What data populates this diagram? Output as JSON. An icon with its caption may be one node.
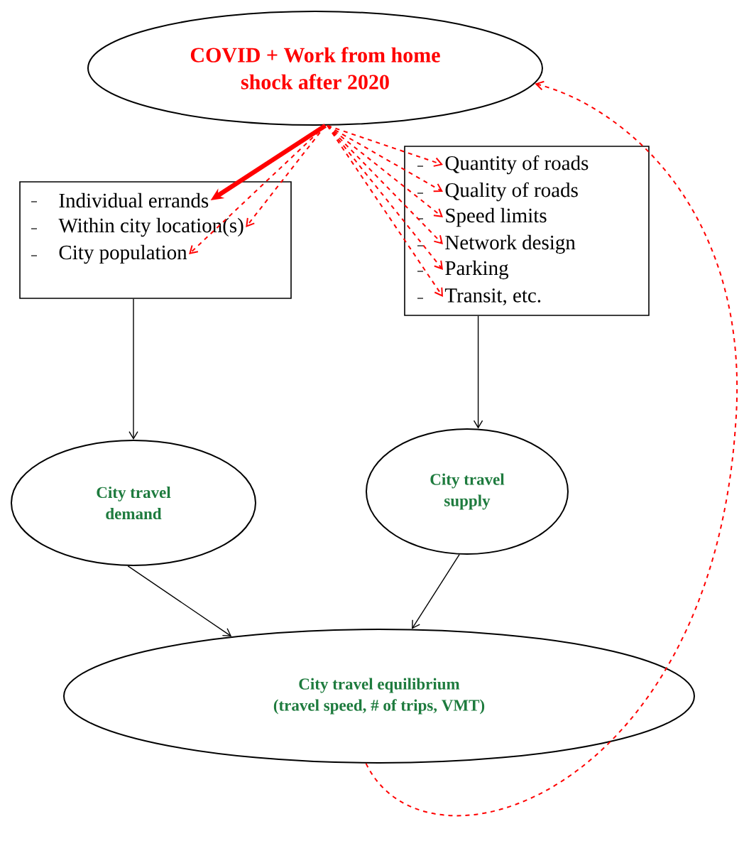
{
  "diagram": {
    "nodes": [
      {
        "text": [
          "COVID + Work from home shock after 2020"
        ]
      },
      {
        "text": [],
        "shape": "box"
      },
      {
        "text": [
          "Individual errands"
        ],
        "in": 1
      },
      {
        "text": [
          "Within city location(s)"
        ],
        "in": 1
      },
      {
        "text": [
          "City population"
        ],
        "in": 1
      },
      {
        "text": [],
        "shape": "box"
      },
      {
        "text": [
          "Quantity of roads"
        ],
        "in": 5
      },
      {
        "text": [
          "Quality of roads"
        ],
        "in": 5
      },
      {
        "text": [
          "Speed limits"
        ],
        "in": 5
      },
      {
        "text": [
          "Network design"
        ],
        "in": 5
      },
      {
        "text": [
          "Parking"
        ],
        "in": 5
      },
      {
        "text": [
          "Transit, etc."
        ],
        "in": 5
      },
      {
        "text": [
          "City travel demand"
        ]
      },
      {
        "text": [
          "City travel supply"
        ]
      },
      {
        "text": [
          "City travel equilibrium",
          "(travel speed, # of trips, VMT)"
        ]
      }
    ],
    "edges": [
      {
        "from": 0,
        "to": 2,
        "arrow": "to",
        "style": "thick",
        "color": "#ff0000"
      },
      {
        "from": 0,
        "to": 3,
        "arrow": "to",
        "style": "dashed",
        "color": "#ff0000"
      },
      {
        "from": 0,
        "to": 4,
        "arrow": "to",
        "style": "dashed",
        "color": "#ff0000"
      },
      {
        "from": 0,
        "to": 6,
        "arrow": "to",
        "style": "dashed",
        "color": "#ff0000"
      },
      {
        "from": 0,
        "to": 7,
        "arrow": "to",
        "style": "dashed",
        "color": "#ff0000"
      },
      {
        "from": 0,
        "to": 8,
        "arrow": "to",
        "style": "dashed",
        "color": "#ff0000"
      },
      {
        "from": 0,
        "to": 9,
        "arrow": "to",
        "style": "dashed",
        "color": "#ff0000"
      },
      {
        "from": 0,
        "to": 10,
        "arrow": "to",
        "style": "dashed",
        "color": "#ff0000"
      },
      {
        "from": 0,
        "to": 11,
        "arrow": "to",
        "style": "dashed",
        "color": "#ff0000"
      },
      {
        "from": 1,
        "to": 12,
        "arrow": "to",
        "color": "#000000"
      },
      {
        "from": 5,
        "to": 13,
        "arrow": "to",
        "color": "#000000"
      },
      {
        "from": 12,
        "to": 14,
        "arrow": "to",
        "color": "#000000"
      },
      {
        "from": 13,
        "to": 14,
        "arrow": "to",
        "color": "#000000"
      },
      {
        "from": 14,
        "to": 0,
        "arrow": "to",
        "style": "dashed",
        "color": "#ff0000"
      }
    ]
  }
}
